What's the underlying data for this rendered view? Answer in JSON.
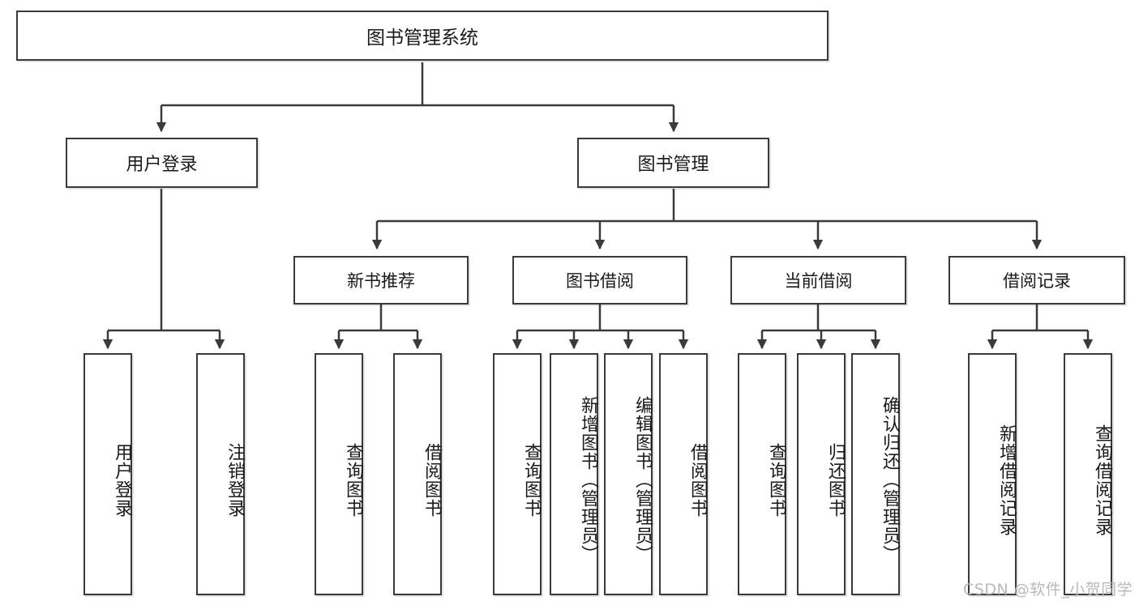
{
  "diagram": {
    "title": "图书管理系统",
    "type": "tree",
    "root": {
      "label": "图书管理系统"
    },
    "level2": [
      {
        "label": "用户登录"
      },
      {
        "label": "图书管理"
      }
    ],
    "level3": [
      {
        "label": "新书推荐",
        "parent": "图书管理"
      },
      {
        "label": "图书借阅",
        "parent": "图书管理"
      },
      {
        "label": "当前借阅",
        "parent": "图书管理"
      },
      {
        "label": "借阅记录",
        "parent": "图书管理"
      }
    ],
    "leaves": {
      "user_login": [
        {
          "label": "用户登录"
        },
        {
          "label": "注销登录"
        }
      ],
      "new_book_recommend": [
        {
          "label": "查询图书"
        },
        {
          "label": "借阅图书"
        }
      ],
      "book_borrow": [
        {
          "label": "查询图书"
        },
        {
          "label": "新增图书（管理员）"
        },
        {
          "label": "编辑图书（管理员）"
        },
        {
          "label": "借阅图书"
        }
      ],
      "current_borrow": [
        {
          "label": "查询图书"
        },
        {
          "label": "归还图书"
        },
        {
          "label": "确认归还（管理员）"
        }
      ],
      "borrow_records": [
        {
          "label": "新增借阅记录"
        },
        {
          "label": "查询借阅记录"
        }
      ]
    }
  },
  "watermark": {
    "text": "CSDN @软件_小贺同学"
  },
  "colors": {
    "border": "#3a3a3a",
    "background": "#ffffff",
    "text": "#1a1a1a",
    "watermark": "#b9b9b9"
  }
}
